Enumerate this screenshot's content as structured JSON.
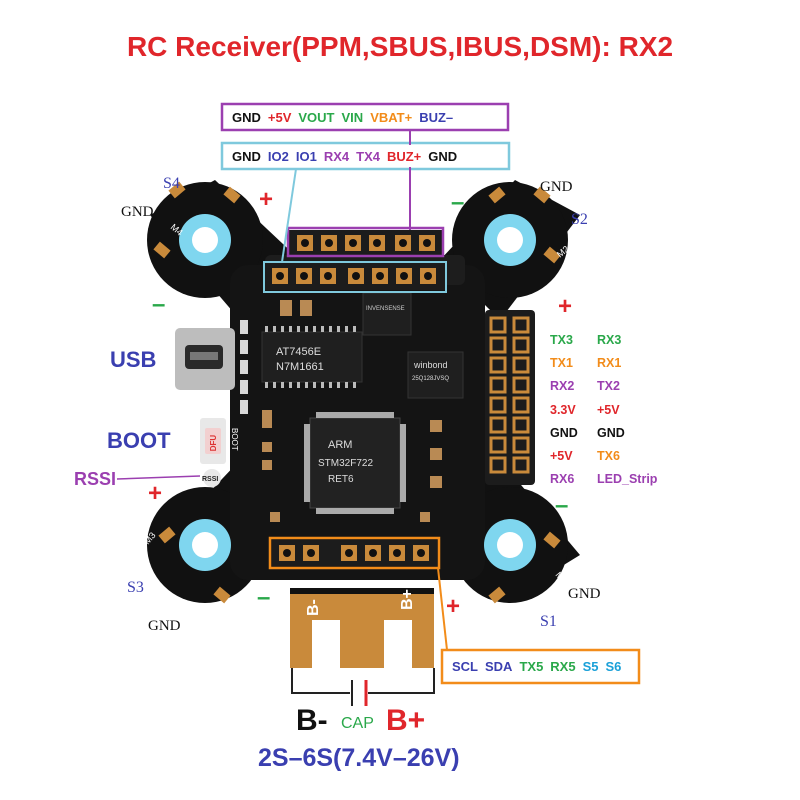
{
  "title": "RC Receiver(PPM,SBUS,IBUS,DSM): RX2",
  "top_header_1": [
    {
      "text": "GND",
      "color": "#111111"
    },
    {
      "text": "+5V",
      "color": "#e0262b"
    },
    {
      "text": "VOUT",
      "color": "#2aa84a"
    },
    {
      "text": "VIN",
      "color": "#2aa84a"
    },
    {
      "text": "VBAT+",
      "color": "#f28c1a"
    },
    {
      "text": "BUZ–",
      "color": "#3a3fb0"
    }
  ],
  "top_header_2": [
    {
      "text": "GND",
      "color": "#111111"
    },
    {
      "text": "IO2",
      "color": "#3a3fb0"
    },
    {
      "text": "IO1",
      "color": "#3a3fb0"
    },
    {
      "text": "RX4",
      "color": "#9b3fb0"
    },
    {
      "text": "TX4",
      "color": "#9b3fb0"
    },
    {
      "text": "BUZ+",
      "color": "#e0262b"
    },
    {
      "text": "GND",
      "color": "#111111"
    }
  ],
  "uart_pins": [
    {
      "left": "TX3",
      "left_color": "#2aa84a",
      "right": "RX3",
      "right_color": "#2aa84a"
    },
    {
      "left": "TX1",
      "left_color": "#f28c1a",
      "right": "RX1",
      "right_color": "#f28c1a"
    },
    {
      "left": "RX2",
      "left_color": "#9b3fb0",
      "right": "TX2",
      "right_color": "#9b3fb0"
    },
    {
      "left": "3.3V",
      "left_color": "#e0262b",
      "right": "+5V",
      "right_color": "#e0262b"
    },
    {
      "left": "GND",
      "left_color": "#111111",
      "right": "GND",
      "right_color": "#111111"
    },
    {
      "left": "+5V",
      "left_color": "#e0262b",
      "right": "TX6",
      "right_color": "#f28c1a"
    },
    {
      "left": "RX6",
      "left_color": "#9b3fb0",
      "right": "LED_Strip",
      "right_color": "#9b3fb0"
    }
  ],
  "bottom_header": [
    {
      "text": "SCL",
      "color": "#3a3fb0"
    },
    {
      "text": "SDA",
      "color": "#3a3fb0"
    },
    {
      "text": "TX5",
      "color": "#2aa84a"
    },
    {
      "text": "RX5",
      "color": "#2aa84a"
    },
    {
      "text": "S5",
      "color": "#1aa0d8"
    },
    {
      "text": "S6",
      "color": "#1aa0d8"
    }
  ],
  "labels": {
    "usb": "USB",
    "boot": "BOOT",
    "rssi": "RSSI",
    "s1": "S1",
    "s2": "S2",
    "s3": "S3",
    "s4": "S4",
    "gnd": "GND",
    "plus": "+",
    "minus": "–",
    "b_minus": "B-",
    "b_plus": "B+",
    "cap": "CAP",
    "voltage": "2S–6S(7.4V–26V)"
  },
  "chips": {
    "mcu_line1": "ARM",
    "mcu_line2": "STM32F722",
    "mcu_line3": "RET6",
    "osd": "AT7456E",
    "osd_sub": "N7M1661",
    "flash": "winbond",
    "flash_sub": "25Q128JVSQ",
    "gyro": "INVENSENSE",
    "dfu": "DFU",
    "boot_silk": "BOOT",
    "rssi_silk": "RSSI",
    "pad_b_minus": "B-",
    "pad_b_plus": "B+",
    "m1": "M1",
    "m2": "M2",
    "m3": "M3",
    "m4": "M4"
  },
  "colors": {
    "title": "#e0262b",
    "usb_label": "#3a3fb0",
    "rssi_label": "#9b3fb0",
    "pcb": "#111111",
    "pad": "#c98a3b",
    "mount_ring": "#7fd6ef",
    "box_purple": "#9b3fb0",
    "box_cyan": "#7fc9dd",
    "box_orange": "#f28c1a",
    "plus": "#e0262b",
    "minus": "#2aa84a"
  }
}
